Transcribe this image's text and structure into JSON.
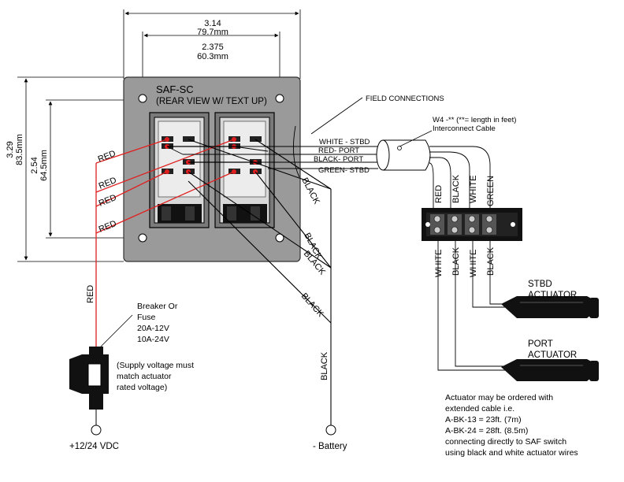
{
  "dimensions": {
    "overall_width": "3.14",
    "overall_width_mm": "79.7mm",
    "hole_width": "2.375",
    "hole_width_mm": "60.3mm",
    "overall_height": "3.29",
    "overall_height_mm": "83.5mm",
    "hole_height": "2.54",
    "hole_height_mm": "64.5mm"
  },
  "panel": {
    "title": "SAF-SC",
    "subtitle": "(REAR VIEW  W/ TEXT UP)"
  },
  "labels": {
    "field_connections": "FIELD CONNECTIONS",
    "cable_part": "W4 -** (**= length in feet)",
    "cable_name": "Interconnect Cable",
    "white_stbd": "WHITE - STBD",
    "red_port": "RED- PORT",
    "black_port": "BLACK- PORT",
    "green_stbd": "GREEN- STBD",
    "red": "RED",
    "black": "BLACK",
    "white": "WHITE",
    "green": "GREEN",
    "stbd_actuator_1": "STBD",
    "stbd_actuator_2": "ACTUATOR",
    "port_actuator_1": "PORT",
    "port_actuator_2": "ACTUATOR",
    "supply": "+12/24 VDC",
    "battery": "- Battery"
  },
  "breaker": {
    "line1": "Breaker Or",
    "line2": "Fuse",
    "line3": "20A-12V",
    "line4": "10A-24V"
  },
  "supply_note": {
    "line1": "(Supply voltage must",
    "line2": "match actuator",
    "line3": "rated voltage)"
  },
  "actuator_note": {
    "line1": "Actuator may be ordered with",
    "line2": "extended cable i.e.",
    "line3": "A-BK-13 = 23ft. (7m)",
    "line4": "A-BK-24 = 28ft. (8.5m)",
    "line5": "connecting directly to SAF switch",
    "line6": "using black and white actuator wires"
  },
  "colors": {
    "red_wire": "#e02020",
    "panel": "#9a9a9a",
    "switch_body": "#e4e4e4",
    "black": "#000000"
  }
}
